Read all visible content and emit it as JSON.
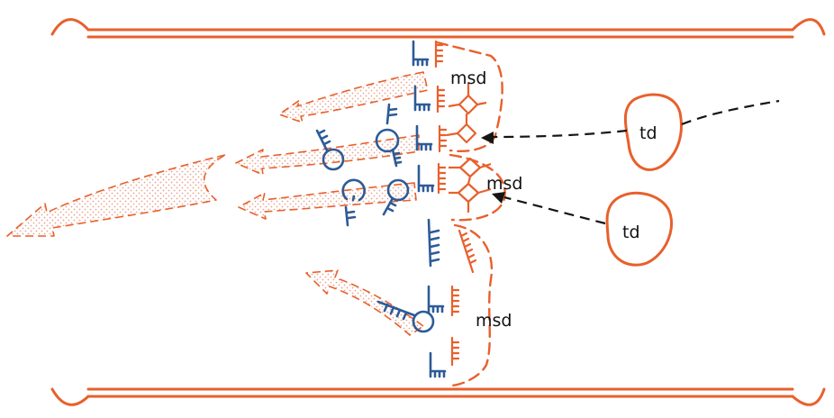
{
  "colors": {
    "orange": "#e8602c",
    "blue": "#2d5b97",
    "black": "#151515",
    "stipple": "#e8a58e",
    "background": "#ffffff"
  },
  "labels": {
    "msd_top": "msd",
    "msd_middle": "msd",
    "msd_bottom": "msd",
    "td_top": "td",
    "td_bottom": "td"
  }
}
